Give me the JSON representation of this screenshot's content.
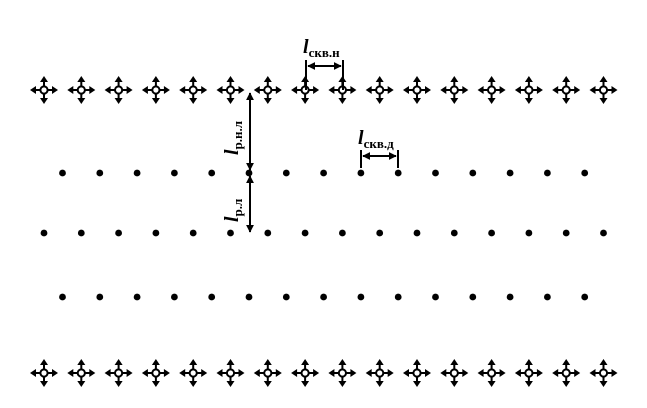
{
  "diagram": {
    "colors": {
      "ink": "#000000",
      "background": "#ffffff"
    },
    "symbols": {
      "injection_well": "four-arrow-cross-with-hollow-circle-icon",
      "production_well": "filled-dot-icon"
    },
    "rows": [
      {
        "kind": "injection",
        "count": 16
      },
      {
        "kind": "production",
        "count": 15
      },
      {
        "kind": "production",
        "count": 16
      },
      {
        "kind": "production",
        "count": 15
      },
      {
        "kind": "injection",
        "count": 16
      }
    ],
    "labels": {
      "l_skv_n": {
        "main": "l",
        "sub": "скв.н"
      },
      "l_skv_d": {
        "main": "l",
        "sub": "скв.д"
      },
      "l_r_n_l": {
        "main": "l",
        "sub": "р.н.л"
      },
      "l_r_l": {
        "main": "l",
        "sub": "р.л"
      }
    }
  }
}
